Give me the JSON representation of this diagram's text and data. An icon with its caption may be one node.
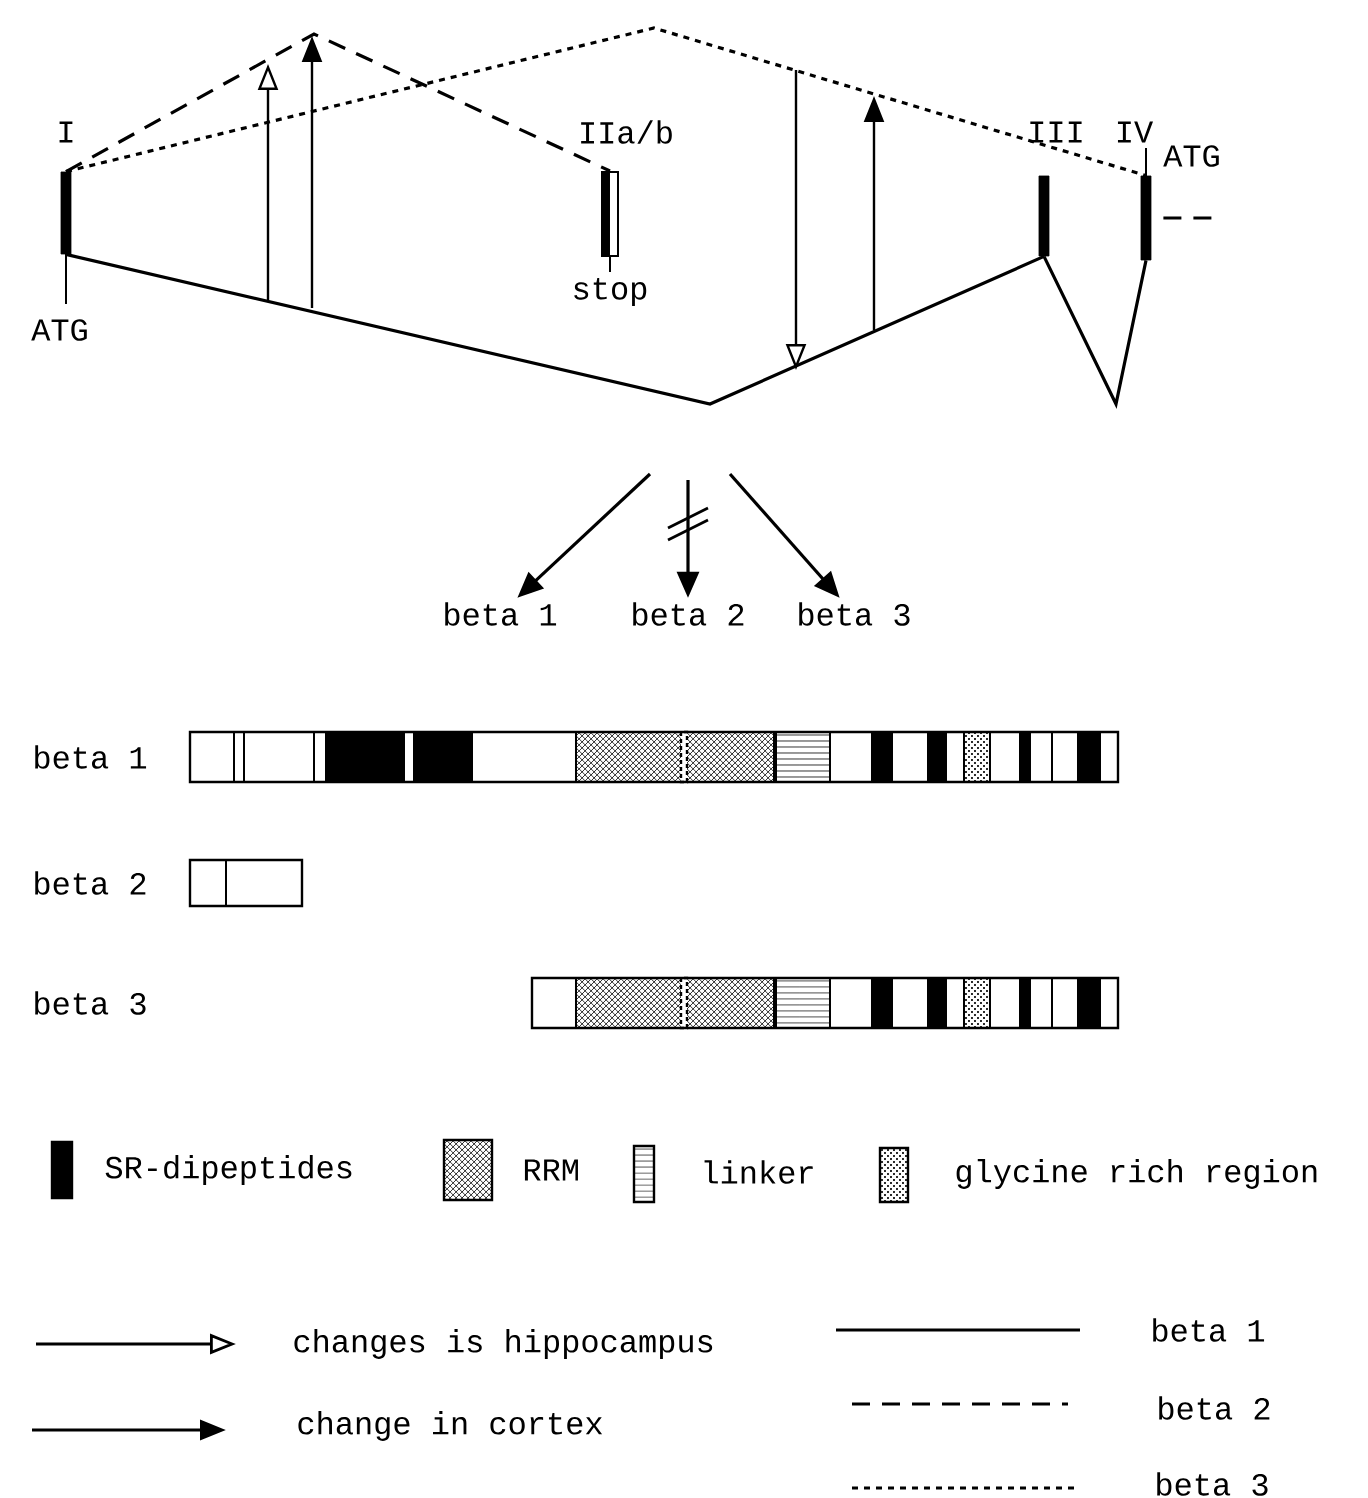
{
  "diagram": {
    "nodes": [
      {
        "text": [
          "I"
        ],
        "beside": [
          "ATG"
        ]
      },
      {
        "text": [
          "IIa/b"
        ],
        "beside": [
          "stop"
        ]
      },
      {
        "text": [
          "III"
        ]
      },
      {
        "text": [
          "IV"
        ],
        "beside": [
          "ATG"
        ]
      },
      {
        "text": [
          "beta 1"
        ]
      },
      {
        "text": [
          "beta 2"
        ]
      },
      {
        "text": [
          "beta 3"
        ]
      }
    ],
    "edges": [
      {
        "from": 0,
        "to": 2,
        "arrow": "none"
      },
      {
        "from": 0,
        "to": 1,
        "arrow": "none",
        "style": "dashed"
      },
      {
        "from": 0,
        "to": 3,
        "arrow": "none",
        "style": "dashed"
      },
      {
        "from": 2,
        "to": 3,
        "arrow": "none"
      },
      {
        "from": 3,
        "to": null,
        "arrow": "none",
        "style": "dashed"
      },
      {
        "from": null,
        "to": 4,
        "arrow": "to"
      },
      {
        "from": null,
        "to": 5,
        "arrow": "to"
      },
      {
        "from": null,
        "to": 6,
        "arrow": "to"
      }
    ],
    "labels": [
      "beta 1",
      "beta 2",
      "beta 3"
    ],
    "legend": [
      {
        "text": "SR-dipeptides"
      },
      {
        "text": "RRM"
      },
      {
        "text": "linker"
      },
      {
        "text": "glycine rich region"
      },
      {
        "text": "changes is hippocampus"
      },
      {
        "text": "change in cortex"
      },
      {
        "text": "beta 1"
      },
      {
        "text": "beta 2"
      },
      {
        "text": "beta 3"
      }
    ]
  }
}
